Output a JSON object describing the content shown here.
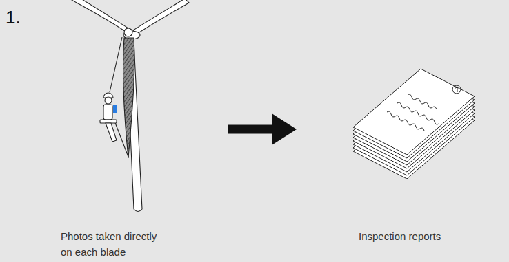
{
  "diagram": {
    "nodes": [
      {
        "text": [
          "Photos taken directly on each blade"
        ]
      },
      {
        "text": [
          "Inspection reports"
        ]
      }
    ],
    "edges": [
      {
        "from": 0,
        "to": 1,
        "arrow": "to"
      }
    ],
    "labels": [
      "1."
    ]
  }
}
